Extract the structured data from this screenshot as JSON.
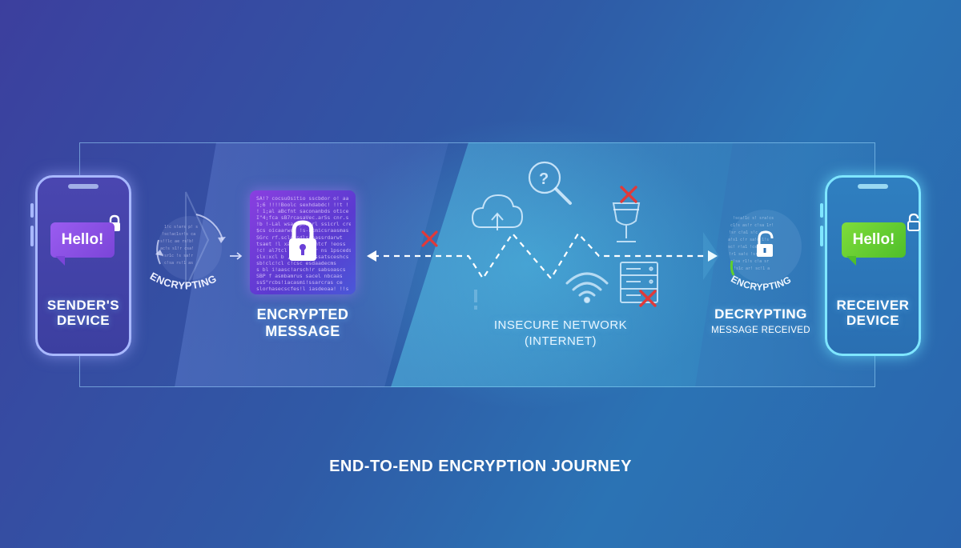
{
  "sender": {
    "bubble_text": "Hello!",
    "label_line1": "SENDER'S",
    "label_line2": "DEVICE"
  },
  "encrypting": {
    "arc_text": "ENCRYPTING"
  },
  "encrypted_message": {
    "label_line1": "ENCRYPTED",
    "label_line2": "MESSAGE",
    "cipher_text": "SA!? cocsuOsitio sscbdor o! aa\n1;6 !!!!Boolc sexhdabdc! !!t !\n! 1;al aBcfnt saconanbds otice\nI\"4;fca sB7rcasaVec.arSs cnr.s\n!b !-Lal wsaccpnacrl ssicrl cres\n$cs oicaarwcs !s-hcmicsraasmas\nSGrc rf.sclcssdlsceassrdarwt\ntsaet !l xacl fwcpcntcf !eoss\n!c! al7tcl sscr ssar ns 1psceds\nslx:xcl b ,aeas. aessatsceshcs\nsb!clc!cl c!csc esdaadecms\ns bl i!aasc!arsch!r sabsoascs\nSBP f asmbamrus sacel nbcaas\nssS\"rcbs!iacasmi!ssarcras ce\nslorhasecscfes!l iasdeoaa! !!s"
  },
  "network": {
    "label_line1": "INSECURE NETWORK",
    "label_line2": "(INTERNET)"
  },
  "decrypting": {
    "label": "DECRYPTING",
    "sublabel": "MESSAGE RECEIVED",
    "arc_text": "ENCRYPTING"
  },
  "receiver": {
    "bubble_text": "Hello!",
    "label_line1": "RECEIVER",
    "label_line2": "DEVICE"
  },
  "title": "END-TO-END ENCRYPTION JOURNEY",
  "colors": {
    "accent_purple": "#8a3fe0",
    "accent_green": "#5fcf2f",
    "alert_red": "#e03a3a",
    "network_cyan": "#4fd0f0"
  },
  "icons": [
    "lock-icon",
    "unlock-icon",
    "cloud-upload-icon",
    "search-help-icon",
    "goblet-icon",
    "wifi-icon",
    "server-icon",
    "cross-icon"
  ]
}
